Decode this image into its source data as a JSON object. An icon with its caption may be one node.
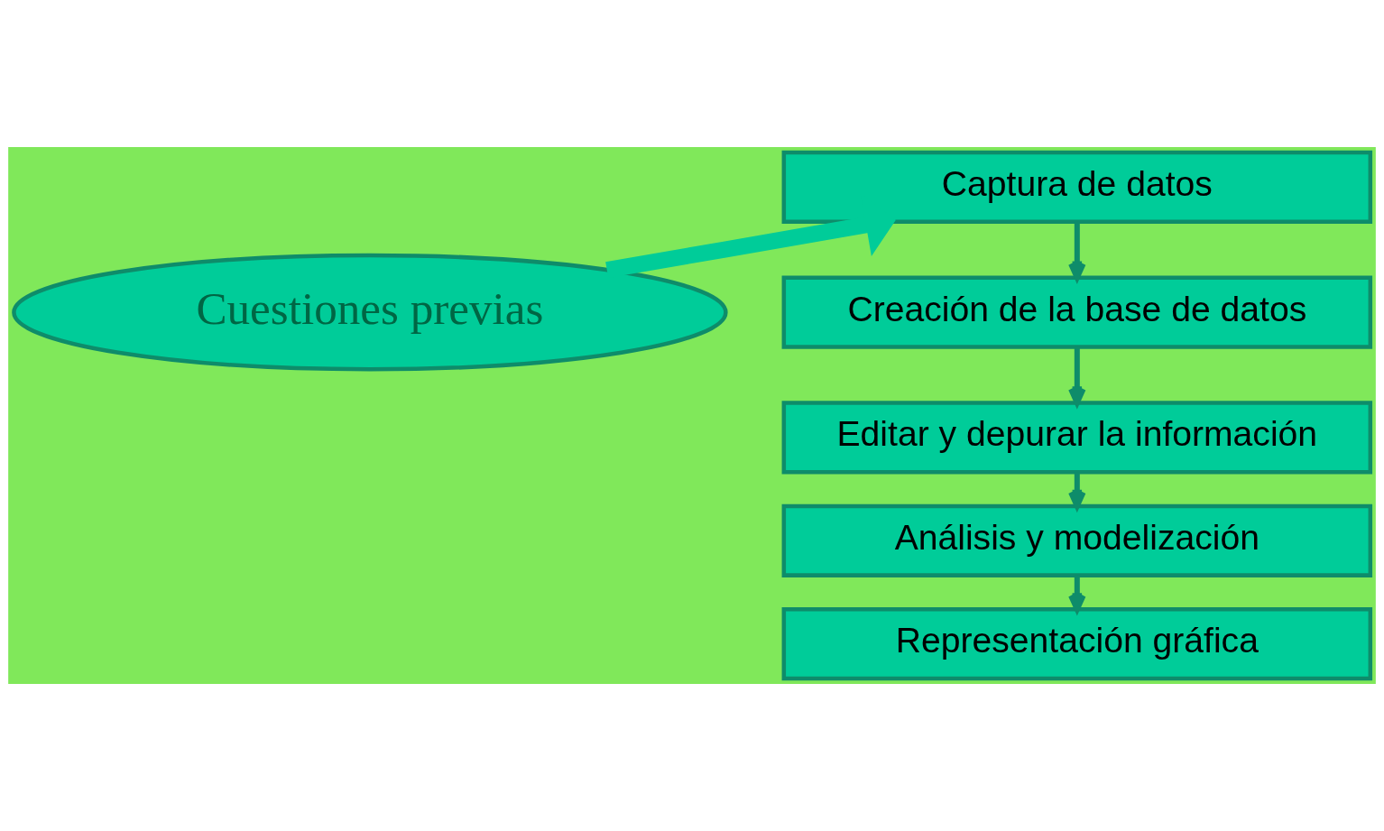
{
  "diagram": {
    "nodes": [
      {
        "text": [
          "Cuestiones previas"
        ]
      },
      {
        "text": [
          "Captura de datos"
        ]
      },
      {
        "text": [
          "Creación de la base de datos"
        ]
      },
      {
        "text": [
          "Editar y depurar la información"
        ]
      },
      {
        "text": [
          "Análisis y modelización"
        ]
      },
      {
        "text": [
          "Representación gráfica"
        ]
      }
    ],
    "edges": [
      {
        "from": 0,
        "to": 1,
        "arrow": "to",
        "style": "thick",
        "color": "#00cc99"
      },
      {
        "from": 1,
        "to": 2,
        "arrow": "to"
      },
      {
        "from": 2,
        "to": 3,
        "arrow": "to"
      },
      {
        "from": 3,
        "to": 4,
        "arrow": "to"
      },
      {
        "from": 4,
        "to": 5,
        "arrow": "to"
      }
    ]
  }
}
